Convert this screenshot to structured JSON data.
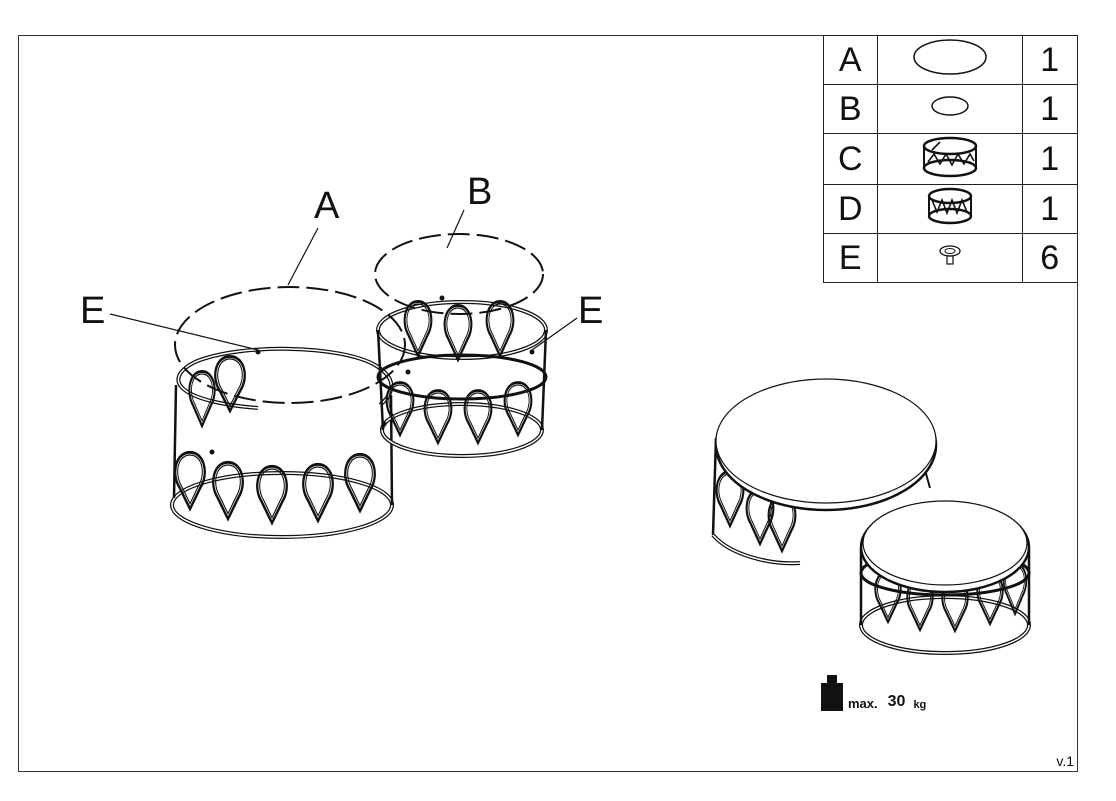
{
  "callouts": {
    "a": "A",
    "b": "B",
    "e_left": "E",
    "e_right": "E"
  },
  "parts": [
    {
      "letter": "A",
      "qty": "1",
      "icon": "large-glass-disc-icon"
    },
    {
      "letter": "B",
      "qty": "1",
      "icon": "small-glass-disc-icon"
    },
    {
      "letter": "C",
      "qty": "1",
      "icon": "large-frame-icon"
    },
    {
      "letter": "D",
      "qty": "1",
      "icon": "small-frame-icon"
    },
    {
      "letter": "E",
      "qty": "6",
      "icon": "suction-pad-icon"
    }
  ],
  "weight": {
    "max": "max.",
    "value": "30",
    "unit": "kg"
  },
  "version": "v.1",
  "colors": {
    "line": "#111111",
    "paper": "#ffffff"
  }
}
